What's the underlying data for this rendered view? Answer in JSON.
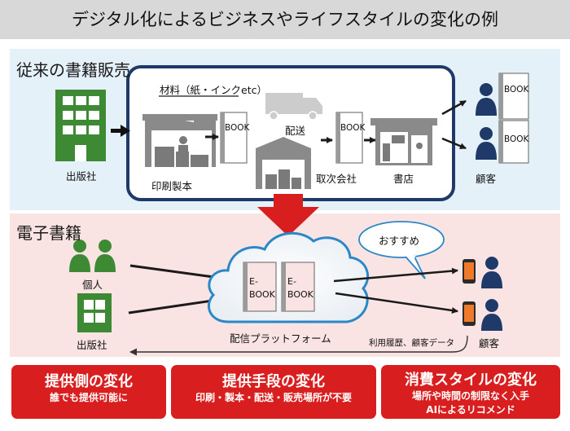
{
  "title": "デジタル化によるビジネスやライフスタイルの変化の例",
  "traditional": {
    "heading": "従来の書籍販売",
    "publisher": "出版社",
    "materials": "材料（紙・インクetc）",
    "printing": "印刷製本",
    "book": "BOOK",
    "delivery": "配送",
    "distributor": "取次会社",
    "bookstore": "書店",
    "customer": "顧客"
  },
  "digital": {
    "heading": "電子書籍",
    "individual": "個人",
    "publisher": "出版社",
    "ebook_line1": "E-",
    "ebook_line2": "BOOK",
    "platform": "配信プラットフォーム",
    "recommend": "おすすめ",
    "usage_data": "利用履歴、顧客データ",
    "customer": "顧客"
  },
  "changes": [
    {
      "title": "提供側の変化",
      "lines": [
        "誰でも提供可能に"
      ]
    },
    {
      "title": "提供手段の変化",
      "lines": [
        "印刷・製本・配送・販売場所が不要"
      ]
    },
    {
      "title": "消費スタイルの変化",
      "lines": [
        "場所や時間の制限なく入手",
        "AIによるリコメンド"
      ]
    }
  ],
  "colors": {
    "title_bg": "#d8d8d8",
    "traditional_bg": "#e5f1f8",
    "digital_bg": "#fae3e3",
    "navy": "#1f3a68",
    "green": "#3e8a34",
    "red": "#d81e1e",
    "gray": "#8a8a8a"
  }
}
